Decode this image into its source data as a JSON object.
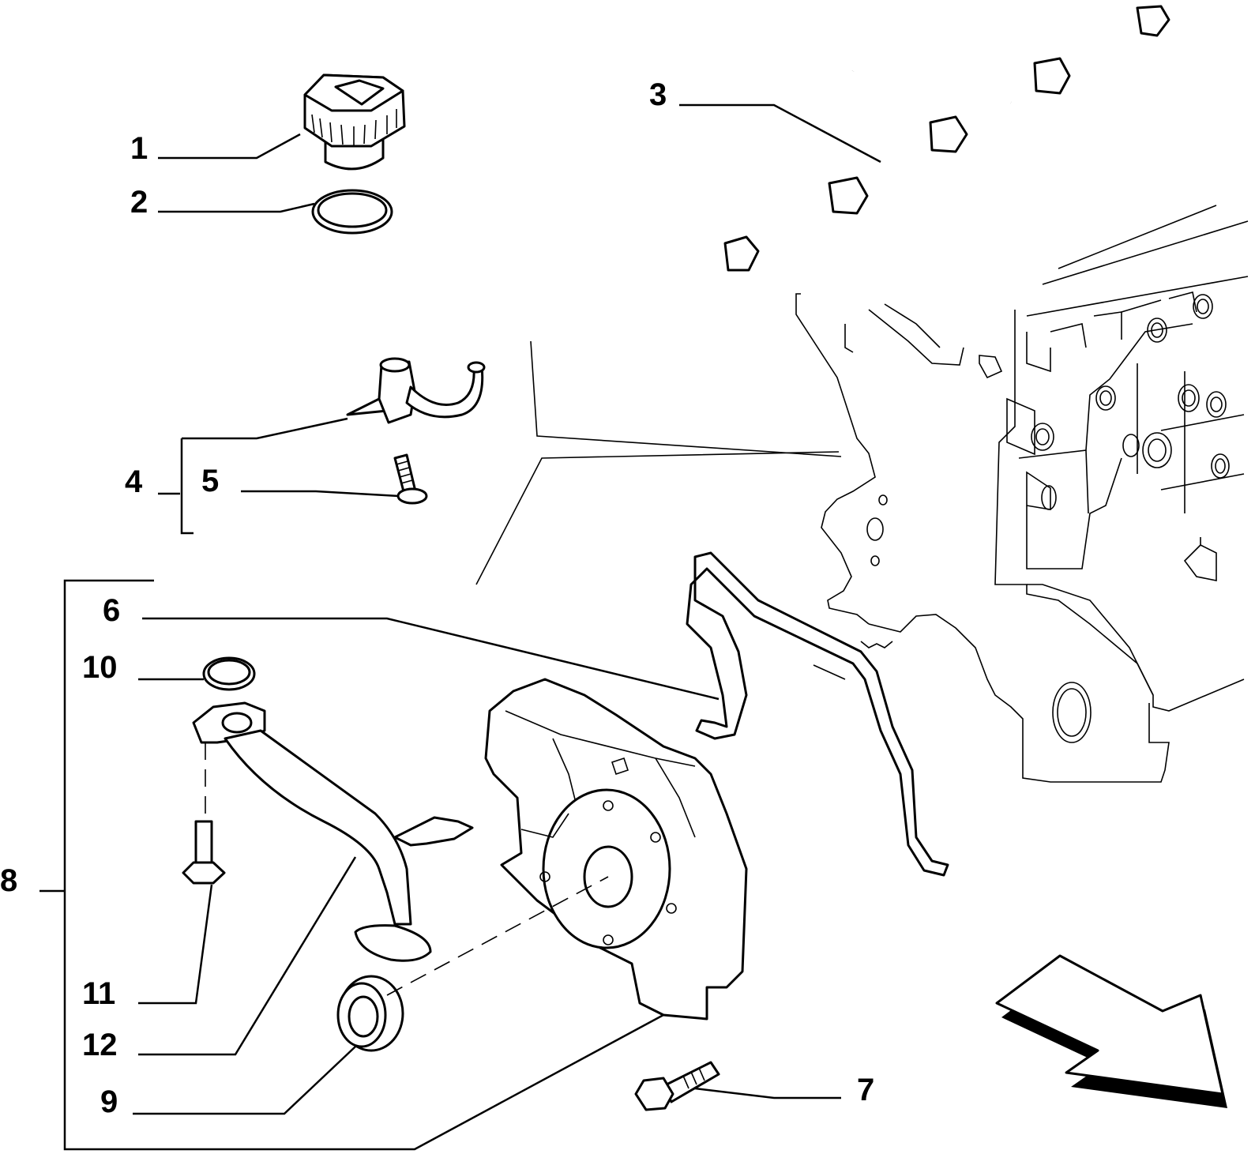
{
  "callouts": [
    {
      "id": "c1",
      "label": "1"
    },
    {
      "id": "c2",
      "label": "2"
    },
    {
      "id": "c3",
      "label": "3"
    },
    {
      "id": "c4",
      "label": "4"
    },
    {
      "id": "c5",
      "label": "5"
    },
    {
      "id": "c6",
      "label": "6"
    },
    {
      "id": "c7",
      "label": "7"
    },
    {
      "id": "c8",
      "label": "8"
    },
    {
      "id": "c9",
      "label": "9"
    },
    {
      "id": "c10",
      "label": "10"
    },
    {
      "id": "c11",
      "label": "11"
    },
    {
      "id": "c12",
      "label": "12"
    }
  ],
  "parts": [
    {
      "callout": "1",
      "name": "oil-filler-cap-icon"
    },
    {
      "callout": "2",
      "name": "filler-cap-seal-icon"
    },
    {
      "callout": "3",
      "name": "oil-spray-nozzle-manifold-icon"
    },
    {
      "callout": "4",
      "name": "oil-jet-assembly-icon"
    },
    {
      "callout": "5",
      "name": "screw-icon"
    },
    {
      "callout": "6",
      "name": "pump-gasket-icon"
    },
    {
      "callout": "7",
      "name": "bolt-icon"
    },
    {
      "callout": "8",
      "name": "oil-pump-assembly-icon"
    },
    {
      "callout": "9",
      "name": "crankshaft-oil-seal-icon"
    },
    {
      "callout": "10",
      "name": "o-ring-icon"
    },
    {
      "callout": "11",
      "name": "screw-icon"
    },
    {
      "callout": "12",
      "name": "oil-pickup-pipe-icon"
    }
  ],
  "colors": {
    "line": "#000000",
    "background": "#ffffff"
  }
}
